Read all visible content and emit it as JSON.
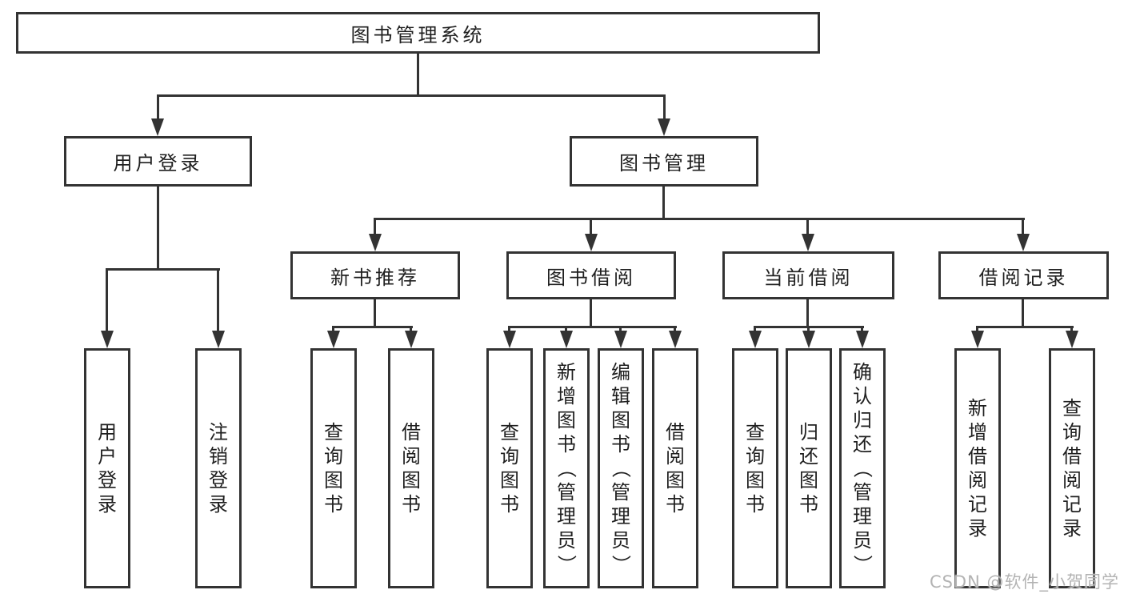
{
  "colors": {
    "line": "#333333",
    "box_border": "#333333",
    "text": "#1f1f1f",
    "background": "#ffffff",
    "watermark": "#b3b3b3"
  },
  "diagram": {
    "root_label": "图书管理系统",
    "branches": [
      {
        "label": "用户登录",
        "children": [
          {
            "label": "用户登录"
          },
          {
            "label": "注销登录"
          }
        ]
      },
      {
        "label": "图书管理",
        "children": [
          {
            "label": "新书推荐",
            "children": [
              {
                "label": "查询图书"
              },
              {
                "label": "借阅图书"
              }
            ]
          },
          {
            "label": "图书借阅",
            "children": [
              {
                "label": "查询图书"
              },
              {
                "label": "新增图书（管理员）"
              },
              {
                "label": "编辑图书（管理员）"
              },
              {
                "label": "借阅图书"
              }
            ]
          },
          {
            "label": "当前借阅",
            "children": [
              {
                "label": "查询图书"
              },
              {
                "label": "归还图书"
              },
              {
                "label": "确认归还（管理员）"
              }
            ]
          },
          {
            "label": "借阅记录",
            "children": [
              {
                "label": "新增借阅记录"
              },
              {
                "label": "查询借阅记录"
              }
            ]
          }
        ]
      }
    ]
  },
  "watermark": {
    "text": "CSDN @软件_小贺同学"
  }
}
